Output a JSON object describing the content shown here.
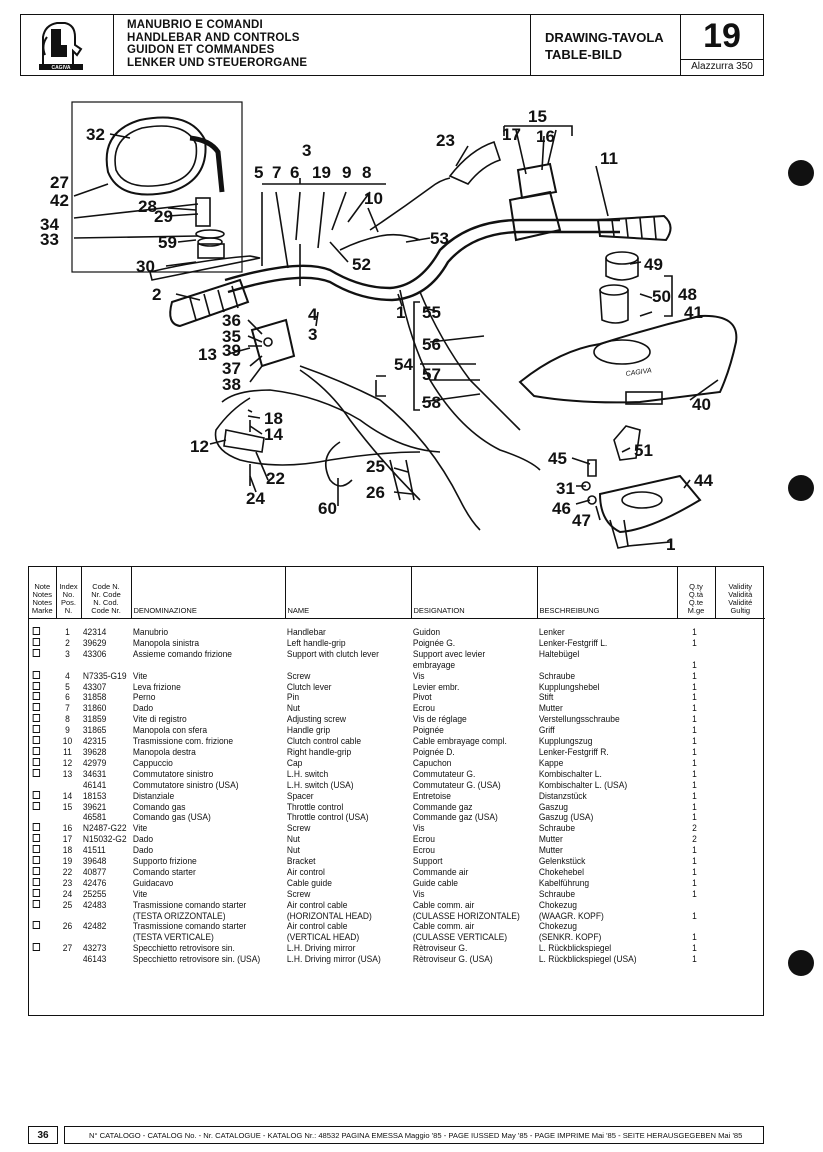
{
  "header": {
    "title_lines": [
      "MANUBRIO E COMANDI",
      "HANDLEBAR AND CONTROLS",
      "GUIDON ET COMMANDES",
      "LENKER UND STEUERORGANE"
    ],
    "drawing_lines": [
      "DRAWING-TAVOLA",
      "TABLE-BILD"
    ],
    "table_number": "19",
    "model": "Alazzurra 350",
    "logo_text": "CAGIVA"
  },
  "diagram": {
    "callouts": [
      "32",
      "27",
      "42",
      "34",
      "33",
      "28",
      "29",
      "59",
      "30",
      "3",
      "5",
      "7",
      "6",
      "19",
      "9",
      "8",
      "10",
      "23",
      "17",
      "15",
      "16",
      "11",
      "2",
      "53",
      "52",
      "49",
      "50",
      "48",
      "41",
      "4",
      "3",
      "1",
      "55",
      "36",
      "35",
      "13",
      "39",
      "37",
      "38",
      "56",
      "54",
      "57",
      "58",
      "40",
      "18",
      "14",
      "12",
      "22",
      "24",
      "60",
      "25",
      "26",
      "45",
      "51",
      "31",
      "46",
      "47",
      "44",
      "1"
    ],
    "brand_mark": "CAGIVA"
  },
  "table": {
    "headers": {
      "note": [
        "Note",
        "Notes",
        "Notes",
        "Marke"
      ],
      "index": [
        "Index",
        "No.",
        "Pos.",
        "N."
      ],
      "code": [
        "Code N.",
        "Nr. Code",
        "N. Cod.",
        "Code Nr."
      ],
      "denominazione": "DENOMINAZIONE",
      "name": "NAME",
      "designation": "DESIGNATION",
      "beschreibung": "BESCHREIBUNG",
      "qty": [
        "Q.ty",
        "Q.tà",
        "Q.te",
        "M.ge"
      ],
      "validity": [
        "Validity",
        "Validità",
        "Validité",
        "Gultig"
      ]
    },
    "rows": [
      {
        "check": true,
        "index": "1",
        "code": "42314",
        "it": "Manubrio",
        "en": "Handlebar",
        "fr": "Guidon",
        "de": "Lenker",
        "qty": "1"
      },
      {
        "check": true,
        "index": "2",
        "code": "39629",
        "it": "Manopola sinistra",
        "en": "Left handle-grip",
        "fr": "Poignée G.",
        "de": "Lenker-Festgriff L.",
        "qty": "1"
      },
      {
        "check": true,
        "index": "3",
        "code": "43306",
        "it": "Assieme comando frizione",
        "en": "Support with clutch lever",
        "fr": "Support avec levier",
        "de": "Haltebügel",
        "qty": ""
      },
      {
        "check": false,
        "index": "",
        "code": "",
        "it": "",
        "en": "",
        "fr": "embrayage",
        "de": "",
        "qty": "1"
      },
      {
        "check": true,
        "index": "4",
        "code": "N7335-G19",
        "it": "Vite",
        "en": "Screw",
        "fr": "Vis",
        "de": "Schraube",
        "qty": "1"
      },
      {
        "check": true,
        "index": "5",
        "code": "43307",
        "it": "Leva frizione",
        "en": "Clutch lever",
        "fr": "Levier embr.",
        "de": "Kupplungshebel",
        "qty": "1"
      },
      {
        "check": true,
        "index": "6",
        "code": "31858",
        "it": "Perno",
        "en": "Pin",
        "fr": "Pivot",
        "de": "Stift",
        "qty": "1"
      },
      {
        "check": true,
        "index": "7",
        "code": "31860",
        "it": "Dado",
        "en": "Nut",
        "fr": "Ecrou",
        "de": "Mutter",
        "qty": "1"
      },
      {
        "check": true,
        "index": "8",
        "code": "31859",
        "it": "Vite di registro",
        "en": "Adjusting screw",
        "fr": "Vis de réglage",
        "de": "Verstellungsschraube",
        "qty": "1"
      },
      {
        "check": true,
        "index": "9",
        "code": "31865",
        "it": "Manopola con sfera",
        "en": "Handle grip",
        "fr": "Poignée",
        "de": "Griff",
        "qty": "1"
      },
      {
        "check": true,
        "index": "10",
        "code": "42315",
        "it": "Trasmissione com. frizione",
        "en": "Clutch control cable",
        "fr": "Cable embrayage compl.",
        "de": "Kupplungszug",
        "qty": "1"
      },
      {
        "check": true,
        "index": "11",
        "code": "39628",
        "it": "Manopola destra",
        "en": "Right handle-grip",
        "fr": "Poignée D.",
        "de": "Lenker-Festgriff R.",
        "qty": "1"
      },
      {
        "check": true,
        "index": "12",
        "code": "42979",
        "it": "Cappuccio",
        "en": "Cap",
        "fr": "Capuchon",
        "de": "Kappe",
        "qty": "1"
      },
      {
        "check": true,
        "index": "13",
        "code": "34631",
        "it": "Commutatore sinistro",
        "en": "L.H. switch",
        "fr": "Commutateur G.",
        "de": "Kombischalter L.",
        "qty": "1"
      },
      {
        "check": false,
        "index": "",
        "code": "46141",
        "it": "Commutatore sinistro (USA)",
        "en": "L.H. switch (USA)",
        "fr": "Commutateur G. (USA)",
        "de": "Kombischalter L. (USA)",
        "qty": "1"
      },
      {
        "check": true,
        "index": "14",
        "code": "18153",
        "it": "Distanziale",
        "en": "Spacer",
        "fr": "Entretoise",
        "de": "Distanzstück",
        "qty": "1"
      },
      {
        "check": true,
        "index": "15",
        "code": "39621",
        "it": "Comando gas",
        "en": "Throttle control",
        "fr": "Commande gaz",
        "de": "Gaszug",
        "qty": "1"
      },
      {
        "check": false,
        "index": "",
        "code": "46581",
        "it": "Comando gas (USA)",
        "en": "Throttle control (USA)",
        "fr": "Commande gaz (USA)",
        "de": "Gaszug (USA)",
        "qty": "1"
      },
      {
        "check": true,
        "index": "16",
        "code": "N2487-G22",
        "it": "Vite",
        "en": "Screw",
        "fr": "Vis",
        "de": "Schraube",
        "qty": "2"
      },
      {
        "check": true,
        "index": "17",
        "code": "N15032-G22",
        "it": "Dado",
        "en": "Nut",
        "fr": "Ecrou",
        "de": "Mutter",
        "qty": "2"
      },
      {
        "check": true,
        "index": "18",
        "code": "41511",
        "it": "Dado",
        "en": "Nut",
        "fr": "Ecrou",
        "de": "Mutter",
        "qty": "1"
      },
      {
        "check": true,
        "index": "19",
        "code": "39648",
        "it": "Supporto frizione",
        "en": "Bracket",
        "fr": "Support",
        "de": "Gelenkstück",
        "qty": "1"
      },
      {
        "check": true,
        "index": "22",
        "code": "40877",
        "it": "Comando starter",
        "en": "Air control",
        "fr": "Commande air",
        "de": "Chokehebel",
        "qty": "1"
      },
      {
        "check": true,
        "index": "23",
        "code": "42476",
        "it": "Guidacavo",
        "en": "Cable guide",
        "fr": "Guide cable",
        "de": "Kabelführung",
        "qty": "1"
      },
      {
        "check": true,
        "index": "24",
        "code": "25255",
        "it": "Vite",
        "en": "Screw",
        "fr": "Vis",
        "de": "Schraube",
        "qty": "1"
      },
      {
        "check": true,
        "index": "25",
        "code": "42483",
        "it": "Trasmissione comando starter",
        "en": "Air control cable",
        "fr": "Cable comm. air",
        "de": "Chokezug",
        "qty": ""
      },
      {
        "check": false,
        "index": "",
        "code": "",
        "it": "(TESTA ORIZZONTALE)",
        "en": "(HORIZONTAL HEAD)",
        "fr": "(CULASSE HORIZONTALE)",
        "de": "(WAAGR. KOPF)",
        "qty": "1"
      },
      {
        "check": true,
        "index": "26",
        "code": "42482",
        "it": "Trasmissione comando starter",
        "en": "Air control cable",
        "fr": "Cable comm. air",
        "de": "Chokezug",
        "qty": ""
      },
      {
        "check": false,
        "index": "",
        "code": "",
        "it": "(TESTA VERTICALE)",
        "en": "(VERTICAL HEAD)",
        "fr": "(CULASSE VERTICALE)",
        "de": "(SENKR. KOPF)",
        "qty": "1"
      },
      {
        "check": true,
        "index": "27",
        "code": "43273",
        "it": "Specchietto retrovisore sin.",
        "en": "L.H. Driving mirror",
        "fr": "Rètroviseur G.",
        "de": "L. Rückblickspiegel",
        "qty": "1"
      },
      {
        "check": false,
        "index": "",
        "code": "46143",
        "it": "Specchietto retrovisore sin. (USA)",
        "en": "L.H. Driving mirror (USA)",
        "fr": "Rètroviseur G. (USA)",
        "de": "L. Rückblickspiegel (USA)",
        "qty": "1"
      }
    ]
  },
  "footer": {
    "page": "36",
    "text": "N° CATALOGO - CATALOG No. - Nr. CATALOGUE - KATALOG Nr.: 48532 PAGINA EMESSA Maggio '85 - PAGE IUSSED May '85 - PAGE IMPRIME Mai '85 - SEITE HERAUSGEGEBEN Mai '85"
  }
}
